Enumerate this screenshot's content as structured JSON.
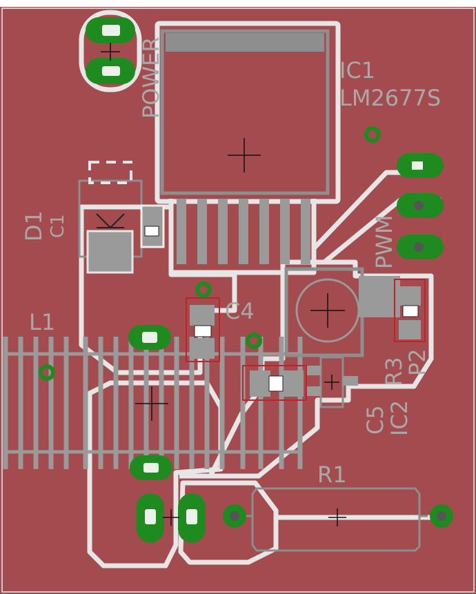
{
  "labels": {
    "ic1": "IC1",
    "ic1_value": "LM2677S",
    "power": "POWER",
    "d1": "D1",
    "c1": "C1",
    "l1": "L1",
    "c4": "C4",
    "pwm": "PWM",
    "r3": "R3",
    "p2": "P2",
    "c5": "C5",
    "ic2": "IC2",
    "r1": "R1"
  },
  "colors": {
    "copper": "#a34b4f",
    "silkscreen": "#8e8e8e",
    "pad": "#1f8a1f",
    "isolation": "#e6e6e6"
  }
}
